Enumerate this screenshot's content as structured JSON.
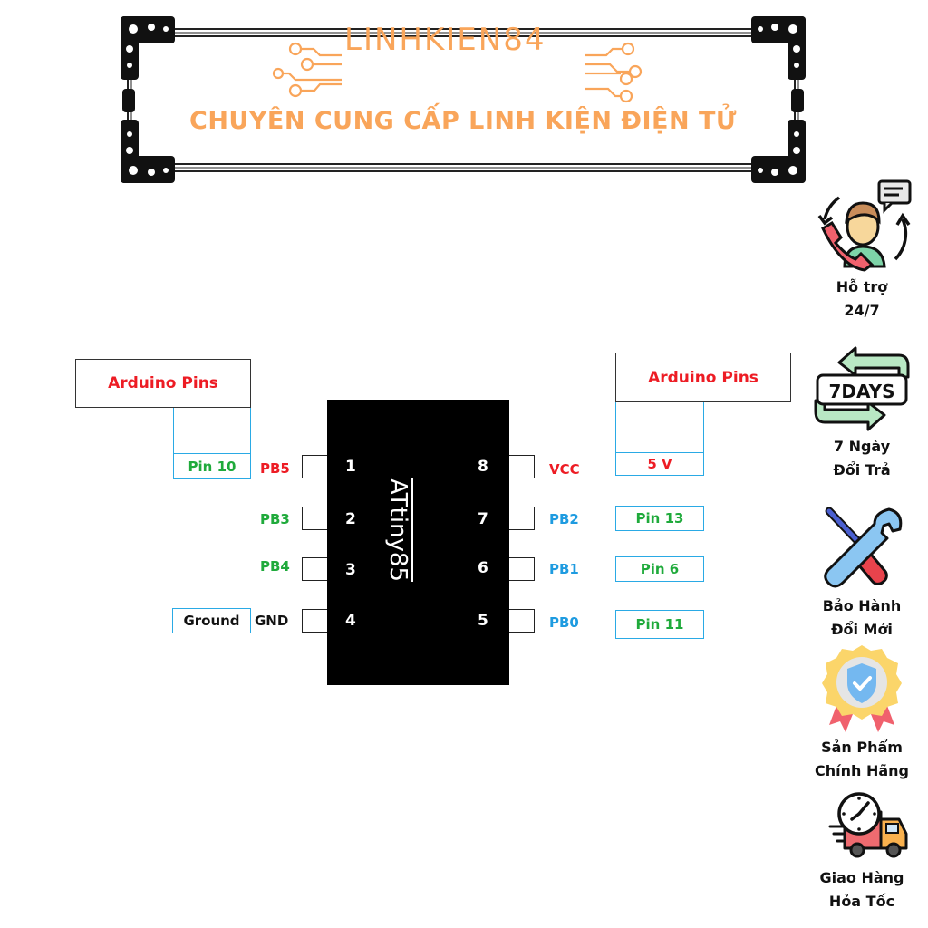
{
  "banner": {
    "brand": "LINHKIEN84",
    "tagline": "CHUYÊN CUNG CẤP LINH KIỆN ĐIỆN TỬ",
    "accent_color": "#F9A55A"
  },
  "diagram": {
    "chip_name": "ATtiny85",
    "left_header": "Arduino Pins",
    "right_header": "Arduino Pins",
    "left_pins": [
      {
        "number": "1",
        "name": "PB5",
        "arduino": "Pin 10",
        "name_color": "red"
      },
      {
        "number": "2",
        "name": "PB3",
        "arduino": "",
        "name_color": "green"
      },
      {
        "number": "3",
        "name": "PB4",
        "arduino": "",
        "name_color": "green"
      },
      {
        "number": "4",
        "name": "GND",
        "arduino": "Ground",
        "name_color": "dark"
      }
    ],
    "right_pins": [
      {
        "number": "8",
        "name": "VCC",
        "arduino": "5 V",
        "name_color": "red"
      },
      {
        "number": "7",
        "name": "PB2",
        "arduino": "Pin 13",
        "name_color": "blue"
      },
      {
        "number": "6",
        "name": "PB1",
        "arduino": "Pin 6",
        "name_color": "blue"
      },
      {
        "number": "5",
        "name": "PB0",
        "arduino": "Pin 11",
        "name_color": "blue"
      }
    ],
    "colors": {
      "red": "#ED1C24",
      "green": "#1FAA3B",
      "blue": "#1E9BE0",
      "box_border": "#2AAAE5"
    }
  },
  "features": [
    {
      "icon": "support-agent-icon",
      "line1": "Hỗ trợ",
      "line2": "24/7"
    },
    {
      "icon": "seven-days-return-icon",
      "icon_text": "7DAYS",
      "line1": "7 Ngày",
      "line2": "Đổi Trả"
    },
    {
      "icon": "tools-icon",
      "line1": "Bảo Hành",
      "line2": "Đổi Mới"
    },
    {
      "icon": "quality-badge-icon",
      "line1": "Sản Phẩm",
      "line2": "Chính Hãng"
    },
    {
      "icon": "fast-delivery-icon",
      "line1": "Giao Hàng",
      "line2": "Hỏa Tốc"
    }
  ]
}
